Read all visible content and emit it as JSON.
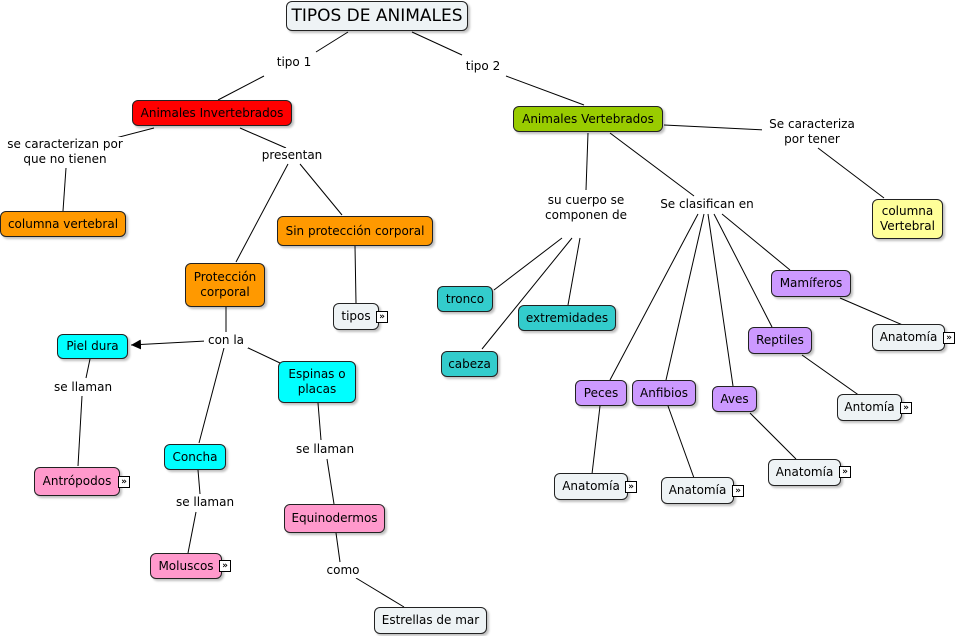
{
  "colors": {
    "title": "#eef3f5",
    "invertebrados": "#ff0000",
    "vertebrados": "#99cc00",
    "orange": "#ff9900",
    "yellow": "#ffff99",
    "teal": "#33cccc",
    "cyan": "#00ffff",
    "purple": "#cc99ff",
    "pink": "#ff99cc",
    "grey": "#eef3f5"
  },
  "nodes": {
    "title": "TIPOS DE ANIMALES",
    "invertebrados": "Animales Invertebrados",
    "vertebrados": "Animales Vertebrados",
    "columna_vertebral": "columna vertebral",
    "sin_proteccion": "Sin protección corporal",
    "proteccion": "Protección corporal",
    "tipos": "tipos",
    "piel_dura": "Piel dura",
    "espinas": "Espinas o placas",
    "antropodos": "Antrópodos",
    "concha": "Concha",
    "moluscos": "Moluscos",
    "equinodermos": "Equinodermos",
    "estrellas": "Estrellas de mar",
    "columna_vertebral_v": "columna Vertebral",
    "tronco": "tronco",
    "extremidades": "extremidades",
    "cabeza": "cabeza",
    "mamiferos": "Mamíferos",
    "reptiles": "Reptiles",
    "peces": "Peces",
    "anfibios": "Anfibios",
    "aves": "Aves",
    "anatomia_mamiferos": "Anatomía",
    "antomia_reptiles": "Antomía",
    "anatomia_aves": "Anatomía",
    "anatomia_peces": "Anatomía",
    "anatomia_anfibios": "Anatomía"
  },
  "links": {
    "tipo1": "tipo 1",
    "tipo2": "tipo 2",
    "se_caracterizan": "se caracterizan por que no tienen",
    "presentan": "presentan",
    "con_la": "con la",
    "se_llaman_1": "se llaman",
    "se_llaman_2": "se llaman",
    "se_llaman_3": "se llaman",
    "como": "como",
    "su_cuerpo": "su cuerpo se componen de",
    "se_clasifican": "Se clasifican en",
    "se_caracteriza": "Se caracteriza por tener"
  },
  "more_icon": "»"
}
